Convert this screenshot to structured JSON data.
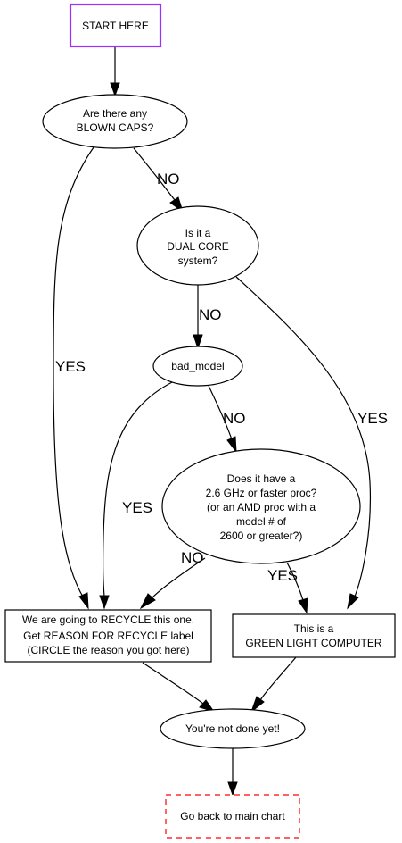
{
  "nodes": {
    "start": {
      "lines": [
        "START HERE"
      ],
      "border_color": "#9b30ff"
    },
    "blown_caps": {
      "lines": [
        "Are there any",
        "BLOWN CAPS?"
      ]
    },
    "dual_core": {
      "lines": [
        "Is it a",
        "DUAL CORE",
        "system?"
      ]
    },
    "bad_model": {
      "lines": [
        "bad_model"
      ]
    },
    "ghz": {
      "lines": [
        "Does it have a",
        "2.6 GHz or faster proc?",
        "(or an AMD proc with a",
        "model # of",
        "2600 or greater?)"
      ]
    },
    "recycle": {
      "lines": [
        "We are going to RECYCLE this one.",
        "Get REASON FOR RECYCLE label",
        "(CIRCLE the reason you got here)"
      ]
    },
    "green": {
      "lines": [
        "This is a",
        "GREEN LIGHT COMPUTER"
      ]
    },
    "not_done": {
      "lines": [
        "You're not done yet!"
      ]
    },
    "main_chart": {
      "lines": [
        "Go back to main chart"
      ],
      "border_color": "#ff0000"
    }
  },
  "edges": {
    "blown_caps_no": "NO",
    "blown_caps_yes": "YES",
    "dual_core_no": "NO",
    "dual_core_yes": "YES",
    "bad_model_no": "NO",
    "bad_model_yes": "YES",
    "ghz_no": "NO",
    "ghz_yes": "YES"
  }
}
